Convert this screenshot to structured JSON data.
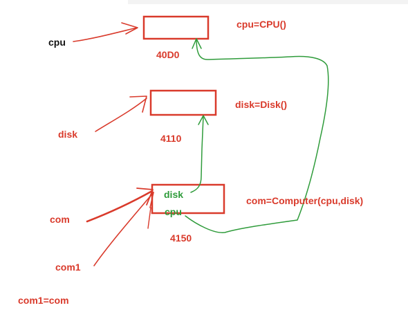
{
  "colors": {
    "red": "#d93a2b",
    "green": "#2e9b3a",
    "black": "#111111"
  },
  "variables": {
    "cpu": "cpu",
    "disk": "disk",
    "com": "com",
    "com1": "com1"
  },
  "objects": {
    "cpu_addr": "40D0",
    "cpu_ctor": "cpu=CPU()",
    "disk_addr": "4110",
    "disk_ctor": "disk=Disk()",
    "com_addr": "4150",
    "com_ctor": "com=Computer(cpu,disk)",
    "com_field_disk": "disk",
    "com_field_cpu": "cpu"
  },
  "assignment": "com1=com"
}
